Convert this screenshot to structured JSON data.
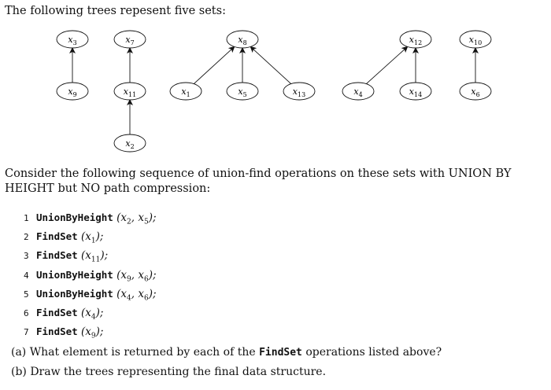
{
  "intro": "The following trees repesent five sets:",
  "nodes": [
    {
      "id": "x3",
      "base": "x",
      "sub": "3"
    },
    {
      "id": "x9",
      "base": "x",
      "sub": "9"
    },
    {
      "id": "x7",
      "base": "x",
      "sub": "7"
    },
    {
      "id": "x11",
      "base": "x",
      "sub": "11"
    },
    {
      "id": "x2",
      "base": "x",
      "sub": "2"
    },
    {
      "id": "x8",
      "base": "x",
      "sub": "8"
    },
    {
      "id": "x1",
      "base": "x",
      "sub": "1"
    },
    {
      "id": "x5",
      "base": "x",
      "sub": "5"
    },
    {
      "id": "x13",
      "base": "x",
      "sub": "13"
    },
    {
      "id": "x12",
      "base": "x",
      "sub": "12"
    },
    {
      "id": "x4",
      "base": "x",
      "sub": "4"
    },
    {
      "id": "x14",
      "base": "x",
      "sub": "14"
    },
    {
      "id": "x10",
      "base": "x",
      "sub": "10"
    },
    {
      "id": "x6",
      "base": "x",
      "sub": "6"
    }
  ],
  "edges": [
    {
      "from": "x9",
      "to": "x3"
    },
    {
      "from": "x11",
      "to": "x7"
    },
    {
      "from": "x2",
      "to": "x11"
    },
    {
      "from": "x1",
      "to": "x8"
    },
    {
      "from": "x5",
      "to": "x8"
    },
    {
      "from": "x13",
      "to": "x8"
    },
    {
      "from": "x4",
      "to": "x12"
    },
    {
      "from": "x14",
      "to": "x12"
    },
    {
      "from": "x6",
      "to": "x10"
    }
  ],
  "paragraph": "Consider the following sequence of union-find operations on these sets with UNION BY HEIGHT but NO path compression:",
  "operations": [
    {
      "num": "1",
      "name": "UnionByHeight",
      "args": [
        {
          "base": "x",
          "sub": "2"
        },
        {
          "base": "x",
          "sub": "5"
        }
      ]
    },
    {
      "num": "2",
      "name": "FindSet",
      "args": [
        {
          "base": "x",
          "sub": "1"
        }
      ]
    },
    {
      "num": "3",
      "name": "FindSet",
      "args": [
        {
          "base": "x",
          "sub": "11"
        }
      ]
    },
    {
      "num": "4",
      "name": "UnionByHeight",
      "args": [
        {
          "base": "x",
          "sub": "9"
        },
        {
          "base": "x",
          "sub": "6"
        }
      ]
    },
    {
      "num": "5",
      "name": "UnionByHeight",
      "args": [
        {
          "base": "x",
          "sub": "4"
        },
        {
          "base": "x",
          "sub": "6"
        }
      ]
    },
    {
      "num": "6",
      "name": "FindSet",
      "args": [
        {
          "base": "x",
          "sub": "4"
        }
      ]
    },
    {
      "num": "7",
      "name": "FindSet",
      "args": [
        {
          "base": "x",
          "sub": "9"
        }
      ]
    }
  ],
  "questions": {
    "a_prefix": "(a) What element is returned by each of the ",
    "a_code": "FindSet",
    "a_suffix": " operations listed above?",
    "b": "(b) Draw the trees representing the final data structure."
  }
}
